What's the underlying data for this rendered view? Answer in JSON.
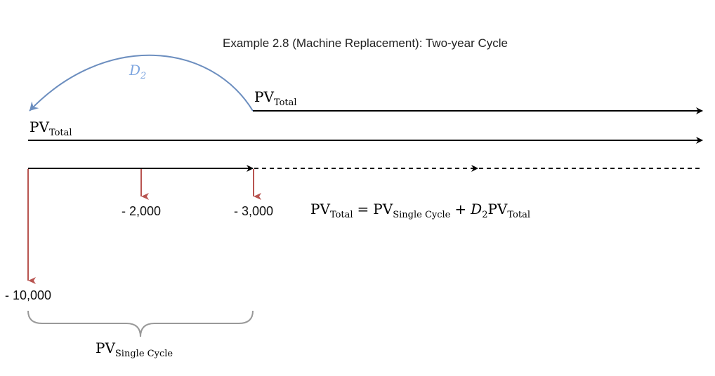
{
  "diagram": {
    "title": "Example 2.8 (Machine Replacement): Two-year Cycle",
    "colors": {
      "timeline": "#000000",
      "cash_flow_arrow": "#b85450",
      "discount_arc": "#6c8ebf",
      "brace": "#999999"
    },
    "discount_arc_label": {
      "symbol": "D",
      "subscript": "2"
    },
    "pv_total_upper": {
      "main": "PV",
      "subscript": "Total"
    },
    "pv_total_lower": {
      "main": "PV",
      "subscript": "Total"
    },
    "cash_flows": [
      {
        "label": "- 10,000"
      },
      {
        "label": "- 2,000"
      },
      {
        "label": "- 3,000"
      }
    ],
    "equation": {
      "lhs_main": "PV",
      "lhs_sub": "Total",
      "equals": "=",
      "term1_main": "PV",
      "term1_sub": "Single Cycle",
      "plus": "+",
      "d_symbol": "D",
      "d_sub": "2",
      "term2_main": "PV",
      "term2_sub": "Total"
    },
    "brace_label": {
      "main": "PV",
      "subscript": "Single Cycle"
    }
  }
}
